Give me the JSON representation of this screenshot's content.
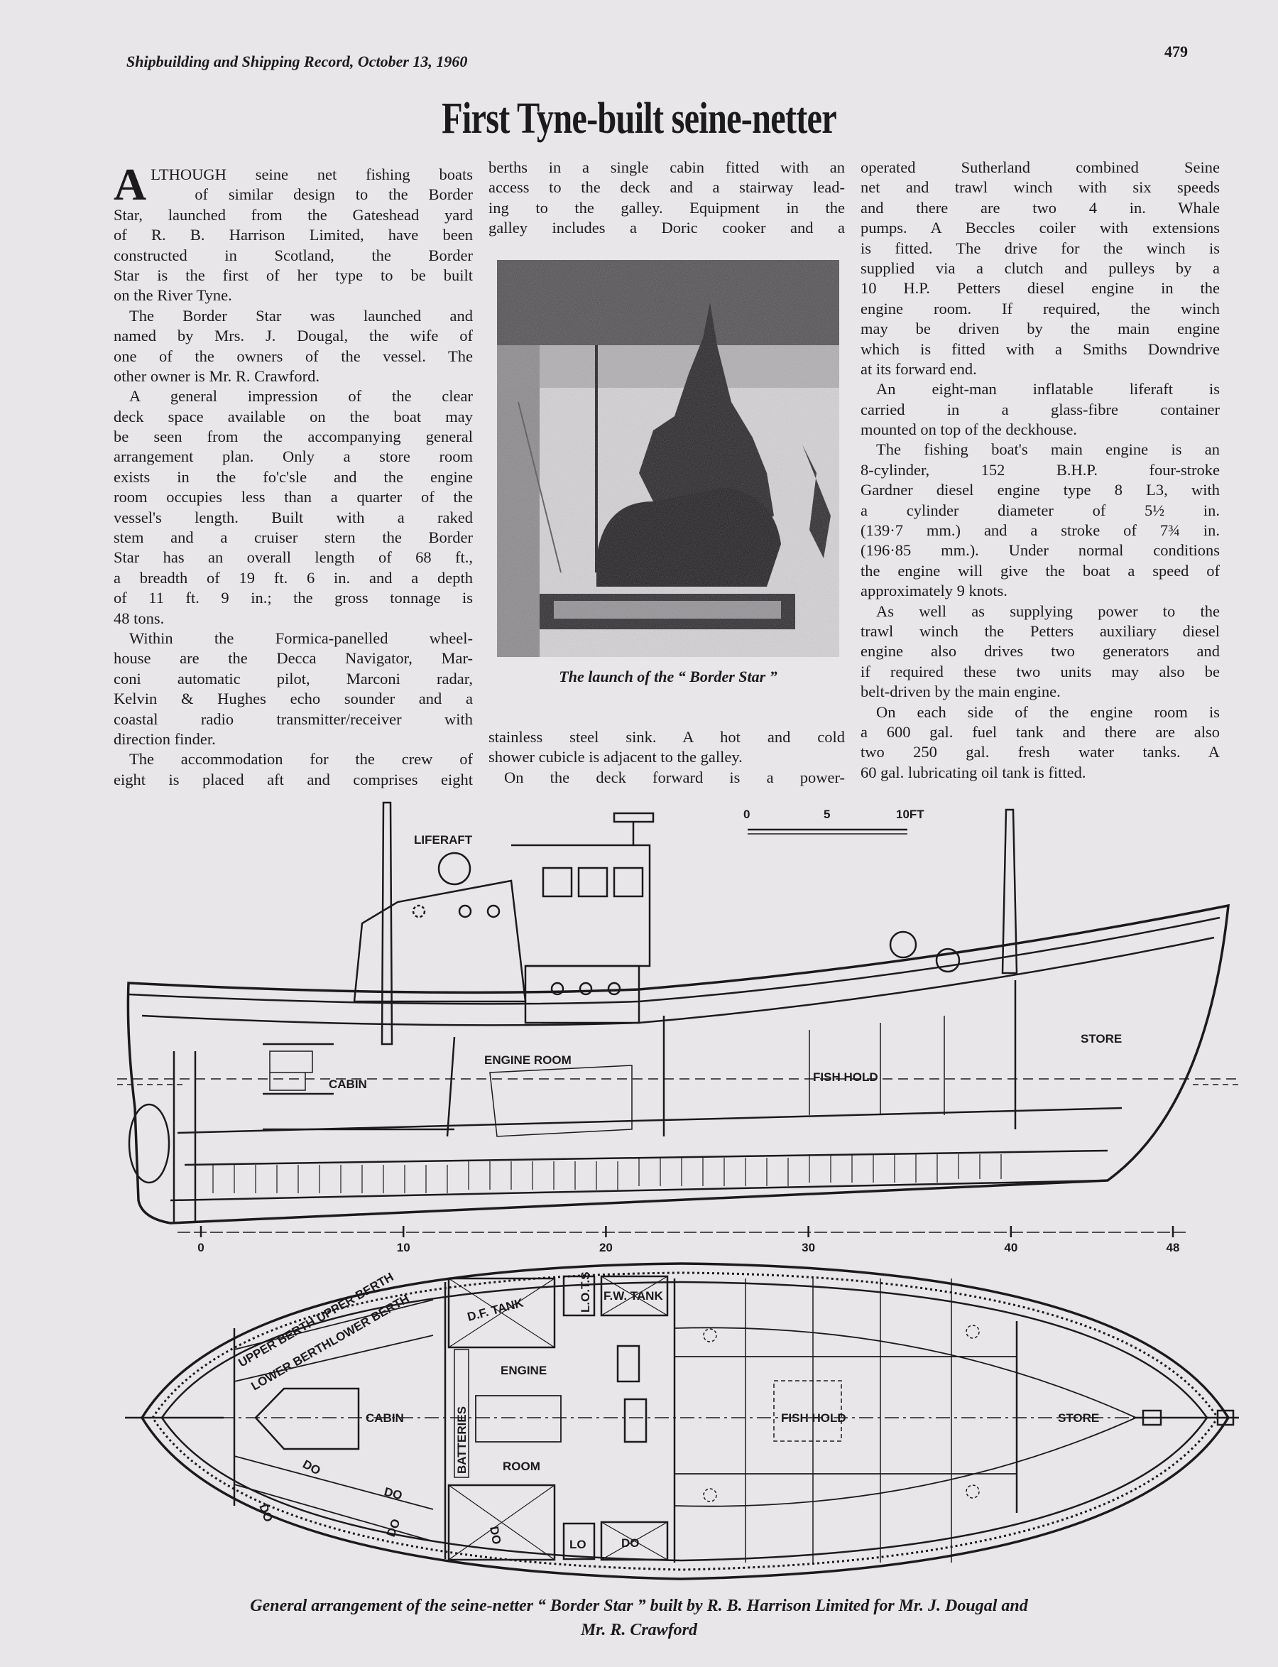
{
  "header": {
    "running_head": "Shipbuilding and Shipping Record, October 13, 1960",
    "page_number": "479"
  },
  "article": {
    "title": "First Tyne-built seine-netter",
    "drop_cap": "A",
    "columns": [
      {
        "paragraphs": [
          {
            "lines": [
              "LTHOUGH seine net fishing boats",
              "of similar design to the Border",
              "Star, launched from the Gateshead yard",
              "of R. B. Harrison Limited, have been",
              "constructed in Scotland, the Border",
              "Star is the first of her type to be built",
              "on the River Tyne."
            ],
            "continues": false
          },
          {
            "lines": [
              "The Border Star was launched and",
              "named by Mrs. J. Dougal, the wife of",
              "one of the owners of the vessel.  The",
              "other owner is Mr. R. Crawford."
            ],
            "continues": false
          },
          {
            "lines": [
              "A general impression of the clear",
              "deck space available on the boat may",
              "be seen from the accompanying general",
              "arrangement plan.  Only a store room",
              "exists in the fo'c'sle and the engine",
              "room occupies less than a quarter of the",
              "vessel's length.   Built with a raked",
              "stem and a cruiser stern the Border",
              "Star has an overall length of 68 ft.,",
              "a breadth of 19 ft. 6 in. and a depth",
              "of 11 ft. 9 in.; the gross tonnage is",
              "48 tons."
            ],
            "continues": false
          },
          {
            "lines": [
              "Within the Formica-panelled wheel-",
              "house are the Decca Navigator, Mar-",
              "coni automatic pilot, Marconi radar,",
              "Kelvin & Hughes echo sounder and a",
              "coastal radio transmitter/receiver with",
              "direction finder."
            ],
            "continues": false
          },
          {
            "lines": [
              "The accommodation for the crew of",
              "eight is placed aft and comprises eight"
            ],
            "continues": true
          }
        ]
      },
      {
        "paragraphs": [
          {
            "lines": [
              "berths in a single cabin fitted with an",
              "access to the deck and a stairway lead-",
              "ing to the galley.  Equipment in the",
              "galley includes a Doric cooker and a"
            ],
            "continues": true,
            "noindent": true
          }
        ]
      },
      {
        "paragraphs": [
          {
            "lines": [
              "stainless steel sink.  A hot and cold",
              "shower cubicle is adjacent to the galley."
            ],
            "continues": false,
            "noindent": true
          },
          {
            "lines": [
              "On the deck forward is a power-"
            ],
            "continues": true
          }
        ]
      },
      {
        "paragraphs": [
          {
            "lines": [
              "operated Sutherland combined Seine",
              "net and trawl winch with six speeds",
              "and there are two 4 in. Whale",
              "pumps. A Beccles coiler with extensions",
              "is fitted.  The drive for the winch is",
              "supplied via a clutch and pulleys by a",
              "10 H.P. Petters diesel engine in the",
              "engine room.  If required, the winch",
              "may be driven by the main engine",
              "which is fitted with a Smiths Downdrive",
              "at its forward end."
            ],
            "continues": false,
            "noindent": true
          },
          {
            "lines": [
              "An eight-man inflatable liferaft is",
              "carried in a glass-fibre container",
              "mounted on top of the deckhouse."
            ],
            "continues": false
          },
          {
            "lines": [
              "The fishing boat's main engine is an",
              "8-cylinder, 152 B.H.P. four-stroke",
              "Gardner diesel engine type 8 L3, with",
              "a cylinder diameter of 5½ in.",
              "(139·7 mm.) and a stroke of 7¾ in.",
              "(196·85 mm.). Under normal conditions",
              "the engine will give the boat a speed of",
              "approximately 9 knots."
            ],
            "continues": false
          },
          {
            "lines": [
              "As well as supplying power to the",
              "trawl winch the Petters auxiliary diesel",
              "engine also drives two generators and",
              "if required these two units may also be",
              "belt-driven by the main engine."
            ],
            "continues": false
          },
          {
            "lines": [
              "On each side of the engine room is",
              "a 600 gal. fuel tank and there are also",
              "two 250 gal. fresh water tanks.  A",
              "60 gal. lubricating oil tank is fitted."
            ],
            "continues": false
          }
        ]
      }
    ]
  },
  "photo": {
    "caption": "The launch of the “ Border Star ”"
  },
  "profile_drawing": {
    "labels": {
      "liferaft": "LIFERAFT",
      "engine_room": "ENGINE ROOM",
      "cabin": "CABIN",
      "fish_hold": "FISH HOLD",
      "store": "STORE"
    },
    "scale_bar": [
      "0",
      "5",
      "10FT"
    ],
    "frame_ruler": [
      "0",
      "10",
      "20",
      "30",
      "40",
      "48"
    ]
  },
  "plan_drawing": {
    "labels": {
      "upper_berth_1": "UPPER BERTH",
      "upper_berth_2": "UPPER BERTH",
      "lower_berth_1": "LOWER BERTH",
      "lower_berth_2": "LOWER BERTH",
      "cabin": "CABIN",
      "df_tank": "D.F. TANK",
      "lots": "L.O.T.S",
      "fw_tank": "F.W. TANK",
      "engine": "ENGINE",
      "room": "ROOM",
      "batteries": "BATTERIES",
      "fish_hold": "FISH HOLD",
      "store": "STORE",
      "do_1": "DO",
      "do_2": "DO",
      "do_3": "DO",
      "do_4": "DO",
      "do_5": "DO",
      "do_6": "DO",
      "lo": "LO"
    }
  },
  "figure_caption": {
    "line1": "General arrangement of the seine-netter “ Border Star ” built by R. B. Harrison Limited for Mr. J. Dougal and",
    "line2": "Mr. R. Crawford"
  }
}
